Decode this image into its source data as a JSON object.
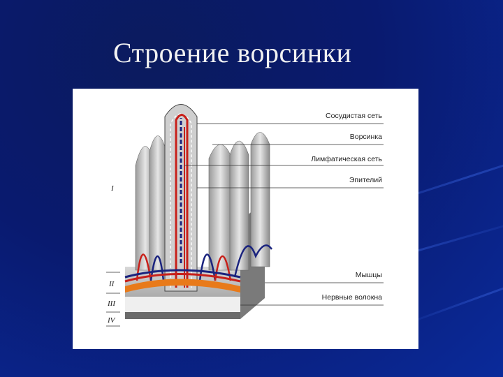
{
  "slide": {
    "title": "Строение ворсинки"
  },
  "diagram": {
    "labels": [
      "Сосудистая сеть",
      "Ворсинка",
      "Лимфатическая сеть",
      "Эпителий",
      "Мышцы",
      "Нервные волокна"
    ],
    "layers": [
      "I",
      "II",
      "III",
      "IV"
    ]
  },
  "colors": {
    "background": "#0a2a9a",
    "artery": "#c8201a",
    "lymph": "#1a237e",
    "muscle": "#e87a1a"
  }
}
